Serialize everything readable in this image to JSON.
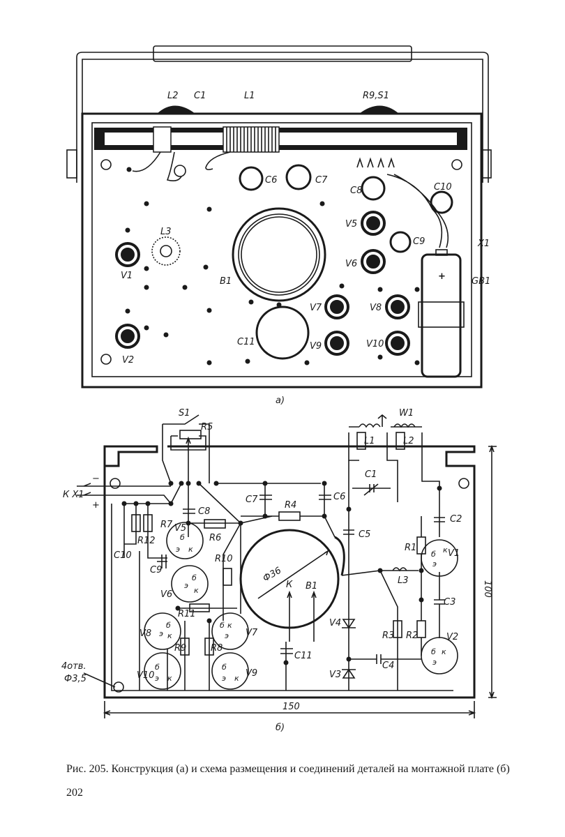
{
  "figure_a": {
    "sublabel": "а)",
    "labels": {
      "L2": "L2",
      "C1": "C1",
      "L1": "L1",
      "R9S1": "R9,S1",
      "C6": "C6",
      "C7": "C7",
      "C8": "C8",
      "C10": "C10",
      "V5": "V5",
      "V6": "V6",
      "C9": "C9",
      "X1": "X1",
      "GB1": "GB1",
      "L3": "L3",
      "V1": "V1",
      "B1": "B1",
      "V2": "V2",
      "C11": "C11",
      "V7": "V7",
      "V8": "V8",
      "V9": "V9",
      "V10": "V10",
      "plus": "+"
    }
  },
  "figure_b": {
    "sublabel": "б)",
    "labels": {
      "S1": "S1",
      "R5": "R5",
      "W1": "W1",
      "L1": "L1",
      "L2": "L2",
      "KX1": "К X1",
      "minus": "−",
      "plus": "+",
      "C1": "C1",
      "C7": "C7",
      "R4": "R4",
      "C6": "C6",
      "C8": "C8",
      "R7": "R7",
      "V5": "V5",
      "R6": "R6",
      "C5": "C5",
      "C2": "C2",
      "R12": "R12",
      "C10": "C10",
      "R1": "R1",
      "V1": "V1",
      "C9": "C9",
      "R10": "R10",
      "phi36": "Ф36",
      "K": "К",
      "B1": "B1",
      "L3": "L3",
      "V6": "V6",
      "C3": "C3",
      "R11": "R11",
      "V8": "V8",
      "V7": "V7",
      "V4": "V4",
      "R3": "R3",
      "R2": "R2",
      "V2": "V2",
      "R9": "R9",
      "R8": "R8",
      "C11": "C11",
      "C4": "C4",
      "V3": "V3",
      "V10": "V10",
      "V9": "V9",
      "holes": "4отв.",
      "hole_dia": "Ф3,5",
      "dim_height": "100",
      "dim_width": "150"
    },
    "pins": {
      "base": "б",
      "emitter": "э",
      "collector": "к"
    }
  },
  "caption": "Рис. 205. Конструкция (а) и схема размещения и соединений деталей на монтажной плате (б)",
  "page_number": "202"
}
